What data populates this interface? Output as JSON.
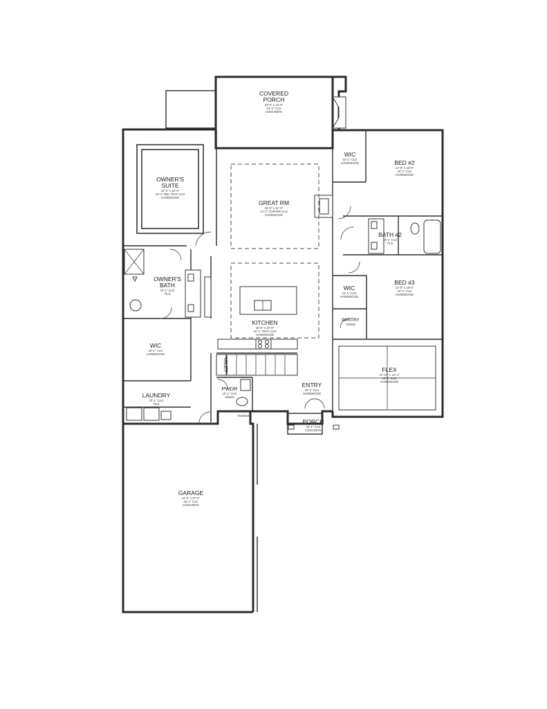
{
  "rooms": {
    "covered_porch": {
      "name_line1": "COVERED",
      "name_line2": "PORCH",
      "dims": "23'-0\" x 13'-6\"",
      "ceiling": "12'-1\" CLG",
      "floor": "CONCRETE"
    },
    "owners_suite": {
      "name_line1": "OWNER'S",
      "name_line2": "SUITE",
      "dims": "15'-2\" x 16'-0\"",
      "ceiling": "12'-1\" DBL TRAY CLG",
      "floor": "HARDWOOD"
    },
    "great_rm": {
      "name": "GREAT RM",
      "dims": "18'-6\" x 21'-4\"",
      "ceiling": "12'-1\" COFFER CLG",
      "floor": "HARDWOOD"
    },
    "wic_bed2": {
      "name": "WIC",
      "ceiling": "10'-1\" CLG",
      "floor": "HARDWOOD"
    },
    "bed2": {
      "name": "BED #2",
      "dims": "13'-0\" x 18'-0\"",
      "ceiling": "10'-1\" CLG",
      "floor": "HARDWOOD"
    },
    "bath2": {
      "name": "BATH #2",
      "ceiling": "10'-1\" CLG",
      "floor": "TILE"
    },
    "owners_bath": {
      "name_line1": "OWNER'S",
      "name_line2": "BATH",
      "ceiling": "10'-1\" CLG",
      "floor": "TILE"
    },
    "wic_bed3": {
      "name": "WIC",
      "ceiling": "10'-1\" CLG",
      "floor": "HARDWOOD"
    },
    "bed3": {
      "name": "BED #3",
      "dims": "13'-0\" x 18'-0\"",
      "ceiling": "10'-1\" CLG",
      "floor": "HARDWOOD"
    },
    "kitchen": {
      "name": "KITCHEN",
      "dims": "18'-6\" x 20'-0\"",
      "ceiling": "12'-1\" TRAY CLG",
      "floor": "HARDWOOD"
    },
    "pantry": {
      "name": "PANTRY",
      "floor": "HDWD"
    },
    "wic_owner": {
      "name": "WIC",
      "ceiling": "10'-1\" CLG",
      "floor": "HARDWOOD"
    },
    "valet": {
      "name": "VALET"
    },
    "flex": {
      "name": "FLEX",
      "dims": "17'-10\" x 12'-4\"",
      "ceiling": "10'-1\" CLG",
      "floor": "HARDWOOD"
    },
    "entry": {
      "name": "ENTRY",
      "ceiling": "10'-1\" CLG",
      "floor": "HARDWOOD"
    },
    "pwdr": {
      "name": "PWDR",
      "ceiling": "10'-1\" CLG",
      "floor": "HDWD"
    },
    "laundry": {
      "name": "LAUNDRY",
      "ceiling": "10'-1\" CLG",
      "floor": "TILE"
    },
    "tankless": {
      "name": "Tankless"
    },
    "porch": {
      "name": "PORCH",
      "ceiling": "10'-1\" CLG",
      "floor": "CONCRETE"
    },
    "garage": {
      "name": "GARAGE",
      "dims": "21'-0\" x 27'-0\"",
      "ceiling": "10'-1\" CLG",
      "floor": "CONCRETE"
    }
  }
}
